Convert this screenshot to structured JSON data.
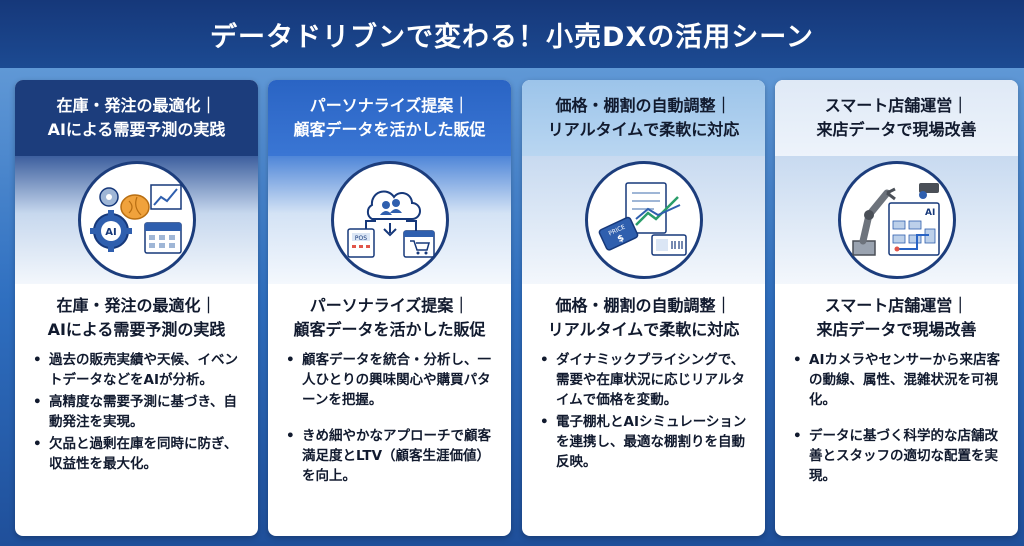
{
  "title": "データドリブンで変わる！小売DXの活用シーン",
  "colors": {
    "header_bg": "#1c4a92",
    "accent": "#1c3d7c"
  },
  "cards": [
    {
      "head_line1": "在庫・発注の最適化｜",
      "head_line2": "AIによる需要予測の実践",
      "icon": "ai-brain-gear-chart-calendar-icon",
      "sub_line1": "在庫・発注の最適化｜",
      "sub_line2": "AIによる需要予測の実践",
      "bullets": [
        "過去の販売実績や天候、イベントデータなどをAIが分析。",
        "高精度な需要予測に基づき、自動発注を実現。",
        "欠品と過剰在庫を同時に防ぎ、収益性を最大化。"
      ]
    },
    {
      "head_line1": "パーソナライズ提案｜",
      "head_line2": "顧客データを活かした販促",
      "icon": "cloud-users-pos-cart-icon",
      "pos_label": "POS",
      "sub_line1": "パーソナライズ提案｜",
      "sub_line2": "顧客データを活かした販促",
      "bullets": [
        "顧客データを統合・分析し、一人ひとりの興味関心や購買パターンを把握。",
        "きめ細やかなアプローチで顧客満足度とLTV（顧客生涯価値）を向上。"
      ]
    },
    {
      "head_line1": "価格・棚割の自動調整｜",
      "head_line2": "リアルタイムで柔軟に対応",
      "icon": "price-tag-chart-shelf-label-icon",
      "price_label": "PRICE",
      "sub_line1": "価格・棚割の自動調整｜",
      "sub_line2": "リアルタイムで柔軟に対応",
      "bullets": [
        "ダイナミックプライシングで、需要や在庫状況に応じリアルタイムで価格を変動。",
        "電子棚札とAIシミュレーションを連携し、最適な棚割りを自動反映。"
      ]
    },
    {
      "head_line1": "スマート店舗運営｜",
      "head_line2": "来店データで現場改善",
      "icon": "ai-camera-store-map-icon",
      "ai_label": "AI",
      "sub_line1": "スマート店舗運営｜",
      "sub_line2": "来店データで現場改善",
      "bullets": [
        "AIカメラやセンサーから来店客の動線、属性、混雑状況を可視化。",
        "データに基づく科学的な店舗改善とスタッフの適切な配置を実現。"
      ]
    }
  ]
}
